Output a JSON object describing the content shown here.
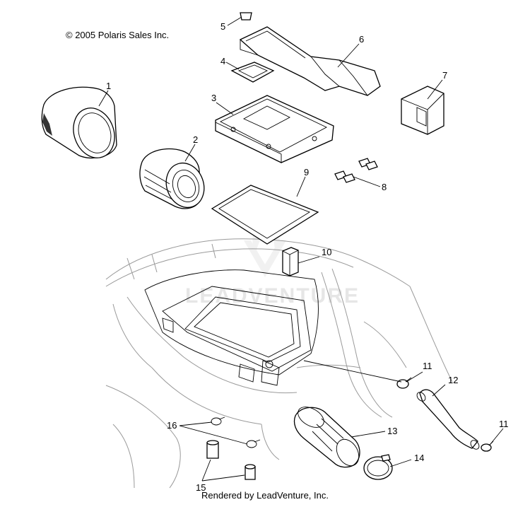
{
  "copyright": "© 2005 Polaris Sales Inc.",
  "footer": "Rendered by LeadVenture, Inc.",
  "watermark": "LEADVENTURE",
  "callouts": [
    "1",
    "2",
    "3",
    "4",
    "5",
    "6",
    "7",
    "8",
    "9",
    "10",
    "11",
    "12",
    "13",
    "14",
    "15",
    "16",
    "11"
  ]
}
